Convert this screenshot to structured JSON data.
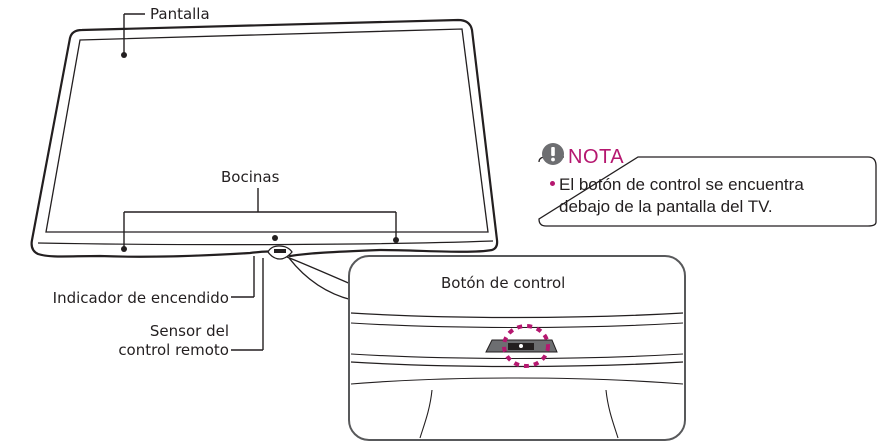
{
  "diagram": {
    "labels": {
      "screen": "Pantalla",
      "speakers": "Bocinas",
      "power_indicator": "Indicador de encendido",
      "remote_sensor_line1": "Sensor del",
      "remote_sensor_line2": "control remoto",
      "control_button": "Botón de control"
    }
  },
  "note": {
    "title": "NOTA",
    "lines": [
      "El botón de control se encuentra",
      "debajo de la pantalla del TV."
    ]
  },
  "colors": {
    "accent": "#b5176f",
    "line": "#231f20",
    "icon_fill": "#6d6e71",
    "detail_border": "#58595b",
    "circle_highlight": "#b5176f"
  },
  "icons": {
    "note_icon": "exclamation-circle-icon"
  }
}
